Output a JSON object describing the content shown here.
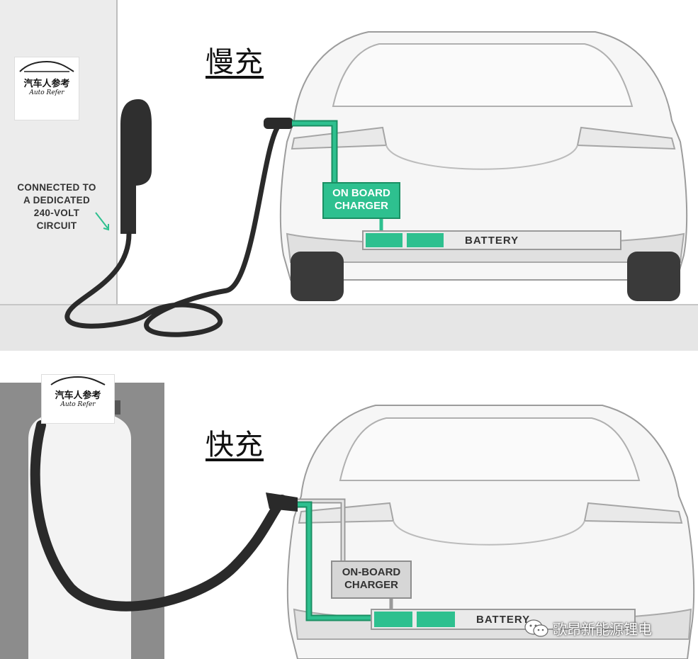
{
  "slow": {
    "title": "慢充",
    "note_lines": [
      "CONNECTED TO",
      "A DEDICATED",
      "240-VOLT",
      "CIRCUIT"
    ],
    "charger_lines": [
      "ON BOARD",
      "CHARGER"
    ],
    "battery_label": "BATTERY",
    "logo": {
      "brand": "汽车人参考",
      "sub": "Auto Refer"
    }
  },
  "fast": {
    "title": "快充",
    "charger_lines": [
      "ON-BOARD",
      "CHARGER"
    ],
    "battery_label": "BATTERY",
    "logo": {
      "brand": "汽车人参考",
      "sub": "Auto Refer"
    }
  },
  "watermark": {
    "text": "歌昂新能源锂电",
    "icon": "wechat-icon"
  },
  "colors": {
    "green": "#2ec08f",
    "green_dark": "#1a8f63",
    "gray_box": "#d6d6d6",
    "cable": "#2a2a2a"
  }
}
